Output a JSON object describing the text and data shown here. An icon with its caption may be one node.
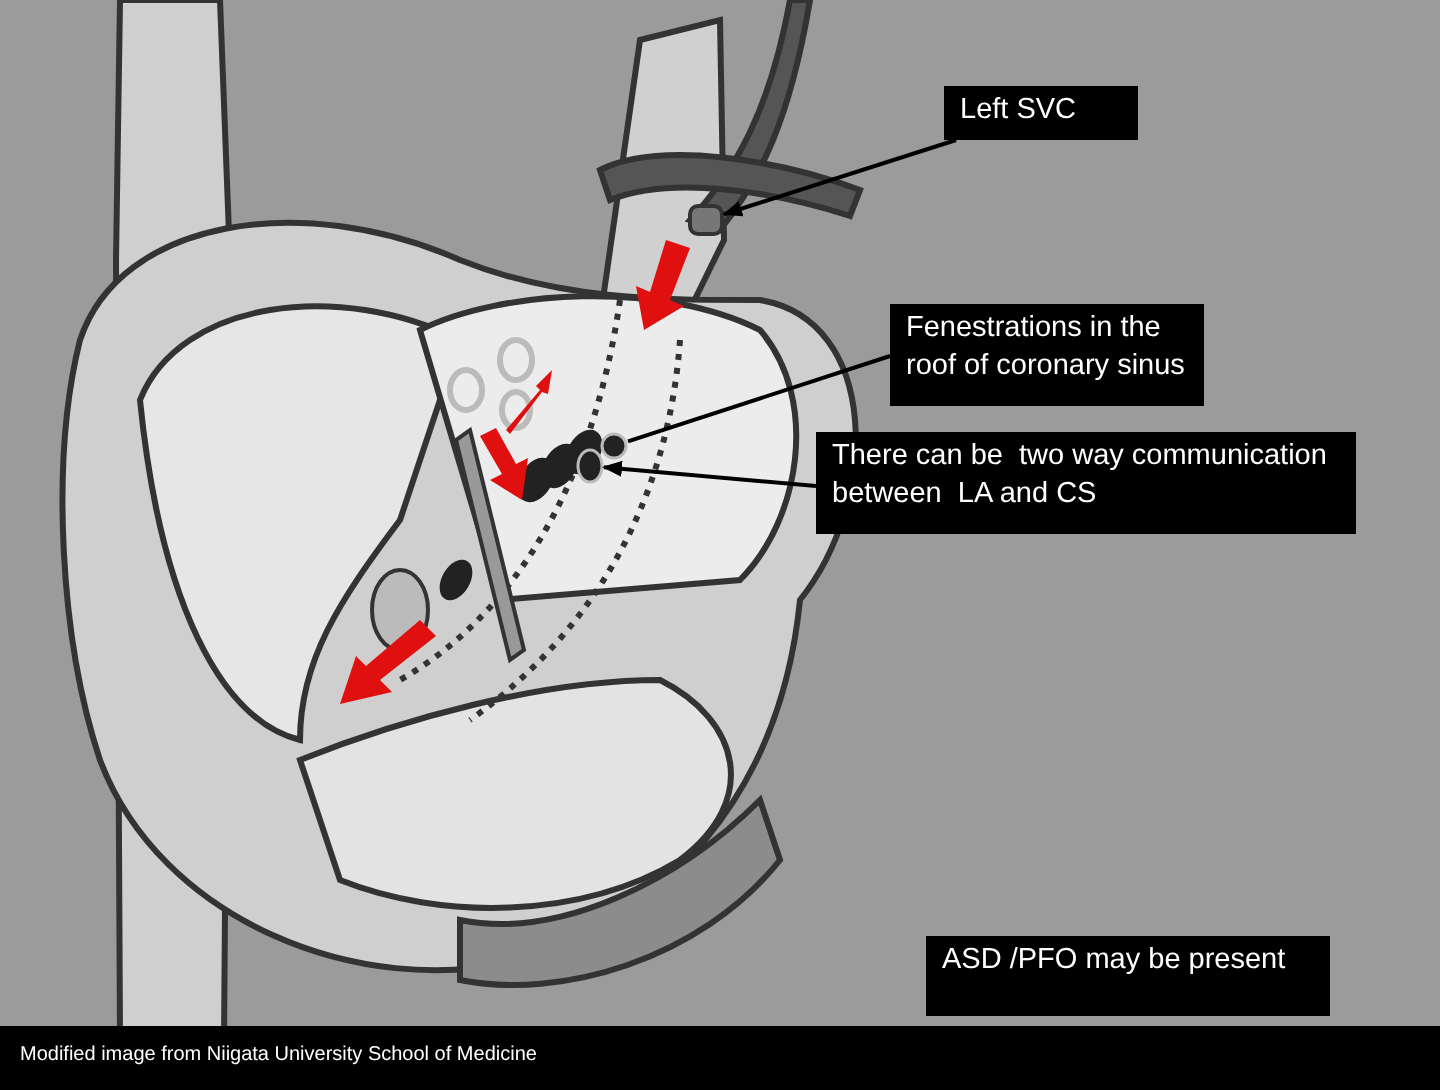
{
  "diagram": {
    "nodes": [
      {
        "text": [
          "Left SVC"
        ]
      },
      {
        "text": [
          "Fenestrations in the roof of coronary sinus"
        ]
      },
      {
        "text": [
          "There can be  two way communication between  LA and CS"
        ]
      },
      {
        "text": [
          "ASD /PFO may be present"
        ]
      },
      {
        "text": [],
        "shape": "box"
      },
      {
        "text": [],
        "shape": "circle"
      },
      {
        "text": [],
        "shape": "circle"
      }
    ],
    "edges": [
      {
        "from": 0,
        "to": 4,
        "arrow": "to"
      },
      {
        "from": 1,
        "to": 5,
        "arrow": "none"
      },
      {
        "from": 2,
        "to": 6,
        "arrow": "to"
      }
    ],
    "labels": [
      "Modified image from Niigata University School of Medicine"
    ]
  }
}
